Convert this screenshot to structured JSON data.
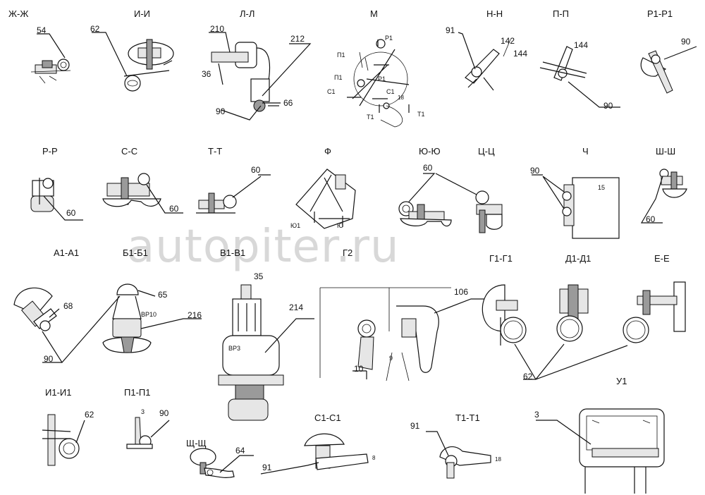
{
  "watermark": "autopiter.ru",
  "sections": [
    {
      "id": "zh",
      "title": "Ж-Ж",
      "callouts": [
        "54"
      ]
    },
    {
      "id": "i",
      "title": "И-И",
      "callouts": [
        "62"
      ]
    },
    {
      "id": "l",
      "title": "Л-Л",
      "callouts": [
        "210",
        "212",
        "36",
        "90",
        "66"
      ]
    },
    {
      "id": "m",
      "title": "М",
      "callouts": [
        "Р1",
        "П1",
        "П1",
        "Р1",
        "С1",
        "С1",
        "18",
        "Т1",
        "Т1"
      ]
    },
    {
      "id": "n",
      "title": "Н-Н",
      "callouts": [
        "91",
        "142",
        "144"
      ]
    },
    {
      "id": "p",
      "title": "П-П",
      "callouts": [
        "144",
        "90"
      ]
    },
    {
      "id": "r1",
      "title": "Р1-Р1",
      "callouts": [
        "90"
      ]
    },
    {
      "id": "r",
      "title": "Р-Р",
      "callouts": [
        "60"
      ]
    },
    {
      "id": "s",
      "title": "С-С",
      "callouts": [
        "60"
      ]
    },
    {
      "id": "t",
      "title": "Т-Т",
      "callouts": [
        "60"
      ]
    },
    {
      "id": "f",
      "title": "Ф",
      "callouts": [
        "Ю1",
        "Ю"
      ]
    },
    {
      "id": "yu",
      "title": "Ю-Ю",
      "callouts": [
        "60"
      ]
    },
    {
      "id": "ts",
      "title": "Ц-Ц",
      "callouts": []
    },
    {
      "id": "ch",
      "title": "Ч",
      "callouts": [
        "90",
        "15"
      ]
    },
    {
      "id": "sh",
      "title": "Ш-Ш",
      "callouts": [
        "60"
      ]
    },
    {
      "id": "a1",
      "title": "А1-А1",
      "callouts": [
        "68",
        "90"
      ]
    },
    {
      "id": "b1",
      "title": "Б1-Б1",
      "callouts": [
        "65",
        "ВР10",
        "216"
      ]
    },
    {
      "id": "v1",
      "title": "В1-В1",
      "callouts": [
        "35",
        "214",
        "ВР3"
      ]
    },
    {
      "id": "g2",
      "title": "Г2",
      "callouts": [
        "106",
        "10",
        "9"
      ]
    },
    {
      "id": "g1",
      "title": "Г1-Г1",
      "callouts": []
    },
    {
      "id": "d1",
      "title": "Д1-Д1",
      "callouts": [
        "62"
      ]
    },
    {
      "id": "e",
      "title": "Е-Е",
      "callouts": []
    },
    {
      "id": "i1",
      "title": "И1-И1",
      "callouts": [
        "62"
      ]
    },
    {
      "id": "p1",
      "title": "П1-П1",
      "callouts": [
        "3",
        "90"
      ]
    },
    {
      "id": "shch",
      "title": "Щ-Щ",
      "callouts": [
        "64"
      ]
    },
    {
      "id": "s1",
      "title": "С1-С1",
      "callouts": [
        "91",
        "8"
      ]
    },
    {
      "id": "t1",
      "title": "Т1-Т1",
      "callouts": [
        "91",
        "18"
      ]
    },
    {
      "id": "u1",
      "title": "У1",
      "callouts": [
        "3"
      ]
    }
  ]
}
